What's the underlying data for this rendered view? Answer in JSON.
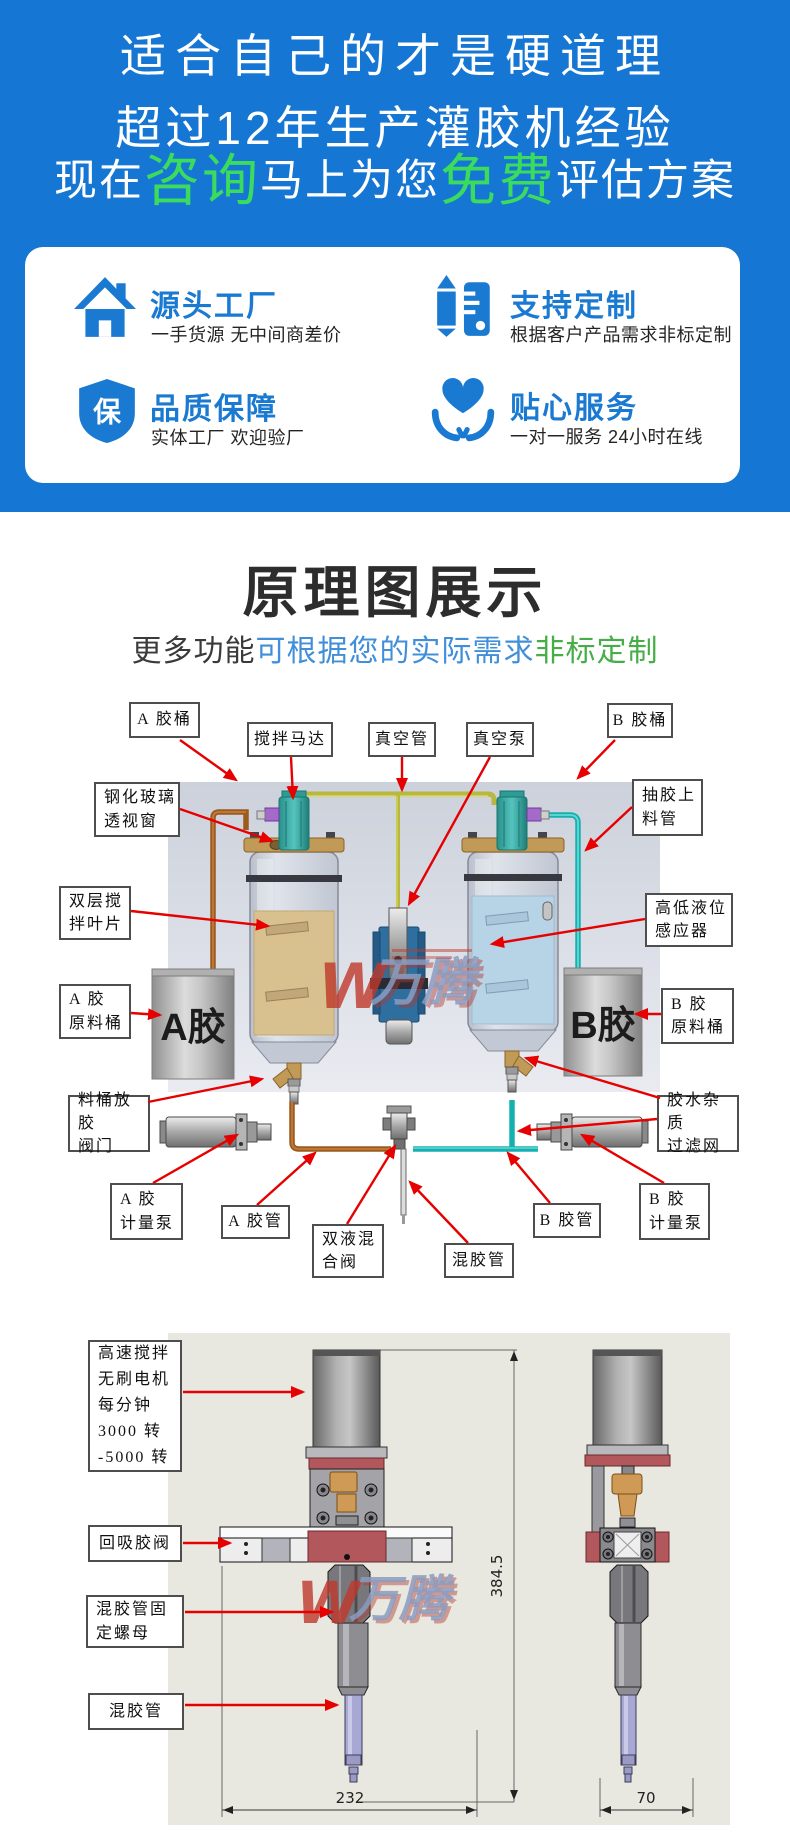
{
  "banner": {
    "line1": "适合自己的才是硬道理",
    "line2": "超过12年生产灌胶机经验",
    "line3": {
      "p1": "现在",
      "p2": "咨询",
      "p3": "马上为您",
      "p4": "免费",
      "p5": "评估方案"
    }
  },
  "features": {
    "item1": {
      "title": "源头工厂",
      "desc": "一手货源 无中间商差价",
      "icon": "house-icon"
    },
    "item2": {
      "title": "支持定制",
      "desc": "根据客户产品需求非标定制",
      "icon": "pencil-ruler-icon"
    },
    "item3": {
      "title": "品质保障",
      "desc": "实体工厂 欢迎验厂",
      "icon": "shield-icon",
      "shield_char": "保"
    },
    "item4": {
      "title": "贴心服务",
      "desc": "一对一服务 24小时在线",
      "icon": "heart-hands-icon"
    }
  },
  "principle": {
    "title": "原理图展示",
    "subtitle": {
      "p1": "更多功能",
      "p2": "可根据您的实际需求",
      "p3": "非标定制"
    },
    "labels": {
      "a_bucket": "A 胶桶",
      "stir_motor": "搅拌马达",
      "vacuum_pipe": "真空管",
      "vacuum_pump": "真空泵",
      "b_bucket": "B 胶桶",
      "glass_window": "钢化玻璃\n透视窗",
      "feed_pipe": "抽胶上\n料管",
      "stir_blade": "双层搅\n拌叶片",
      "level_sensor": "高低液位\n感应器",
      "a_drum": "A 胶\n原料桶",
      "b_drum": "B 胶\n原料桶",
      "drain_valve": "料桶放胶\n阀门",
      "filter": "胶水杂质\n过滤网",
      "a_pump": "A 胶\n计量泵",
      "a_pipe": "A 胶管",
      "mix_valve": "双液混\n合阀",
      "mix_tube": "混胶管",
      "b_pipe": "B 胶管",
      "b_pump": "B 胶\n计量泵"
    },
    "drum_a_text": "A胶",
    "drum_b_text": "B胶",
    "watermark": {
      "w": "W",
      "name": "万腾"
    }
  },
  "tech_drawing": {
    "labels": {
      "motor": "高速搅拌\n无刷电机\n每分钟\n3000 转\n-5000 转",
      "suckback_valve": "回吸胶阀",
      "tube_nut": "混胶管固\n定螺母",
      "mix_tube": "混胶管"
    },
    "dimensions": {
      "height": "384.5",
      "width_main": "232",
      "width_side": "70"
    },
    "watermark": {
      "w": "W",
      "name": "万腾"
    }
  },
  "colors": {
    "banner_blue": "#1576d4",
    "accent_green": "#3bdc5e",
    "icon_blue": "#1a7ad2",
    "arrow_red": "#e60000",
    "subtitle_blue": "#418fd9",
    "subtitle_green": "#47ad47"
  }
}
